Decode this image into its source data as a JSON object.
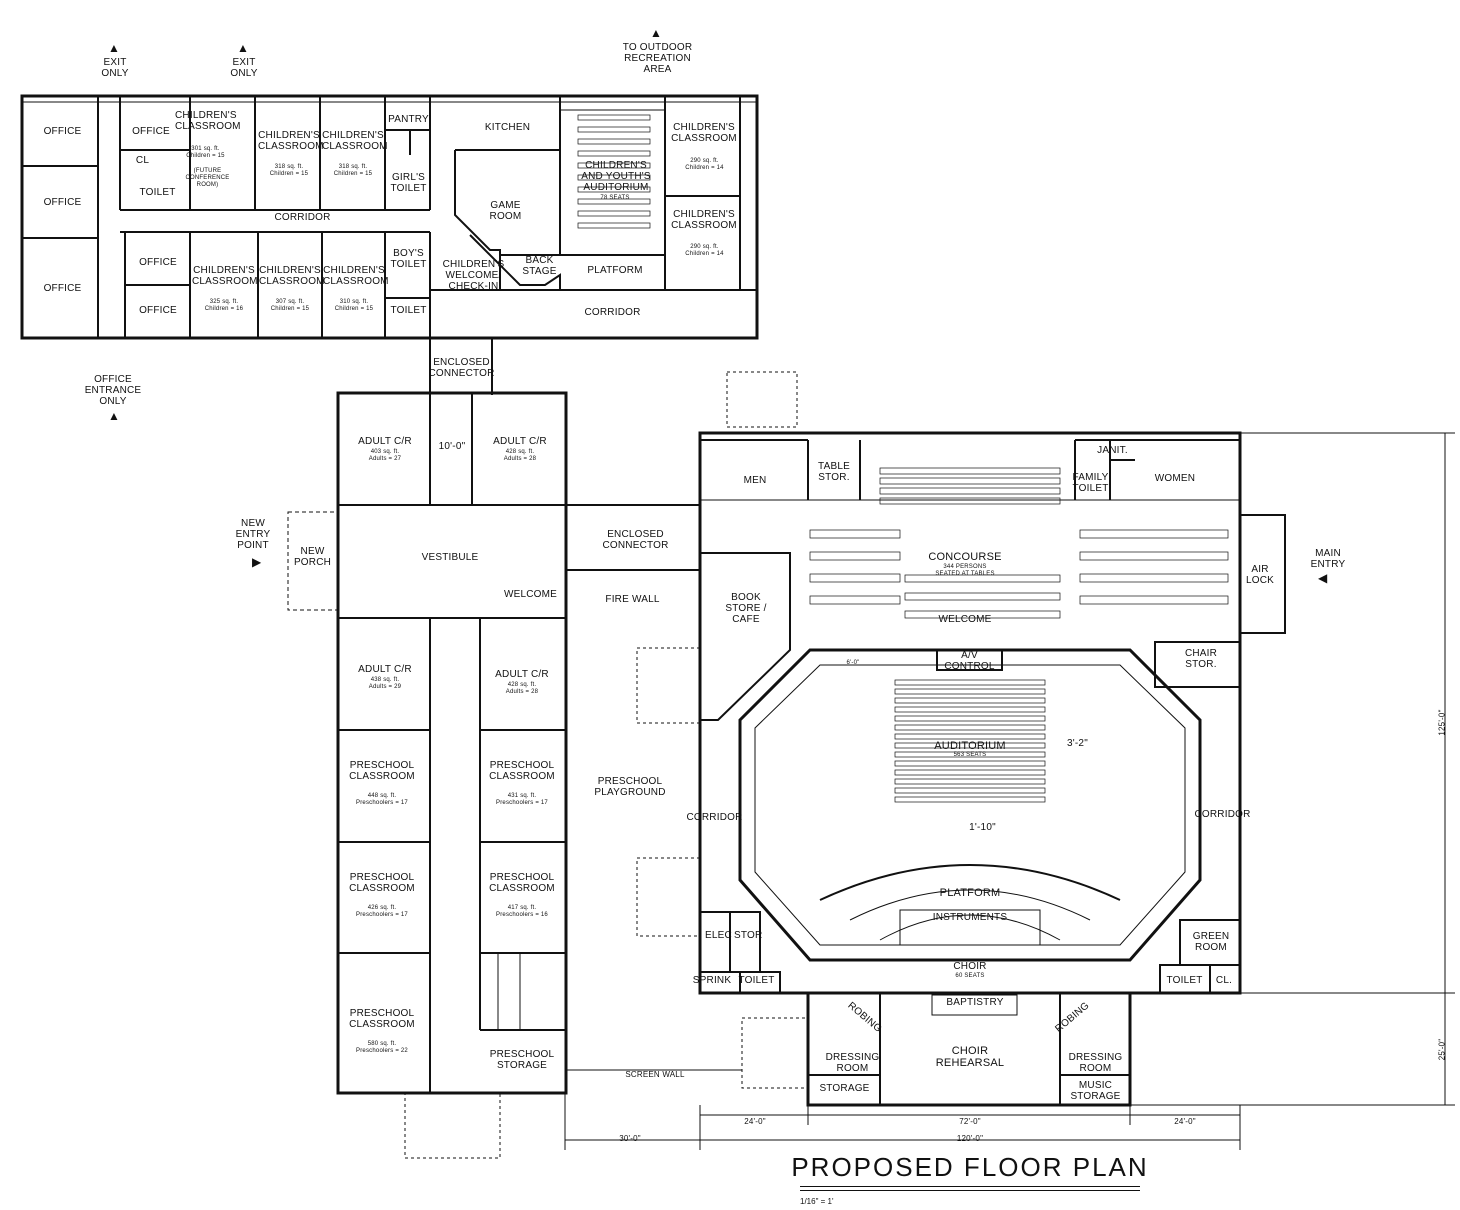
{
  "title": "PROPOSED FLOOR PLAN",
  "scale": "1/16\" = 1'",
  "notes": {
    "exit_only_1": "EXIT\nONLY",
    "exit_only_2": "EXIT\nONLY",
    "outdoor": "TO OUTDOOR\nRECREATION\nAREA",
    "office_entrance": "OFFICE\nENTRANCE\nONLY",
    "new_entry_point": "NEW\nENTRY\nPOINT",
    "main_entry": "MAIN\nENTRY",
    "fire_wall": "FIRE WALL",
    "screen_wall": "SCREEN WALL"
  },
  "rooms": {
    "office_1": "OFFICE",
    "office_2": "OFFICE",
    "office_3": "OFFICE",
    "office_4": "OFFICE",
    "office_5": "OFFICE",
    "office_6": "OFFICE",
    "cl": "CL",
    "toilet_1": "TOILET",
    "childrens_classroom_1": "CHILDREN'S\nCLASSROOM",
    "childrens_classroom_1_info": "301 sq. ft.\nChildren = 15",
    "childrens_classroom_1_note": "(FUTURE\nCONFERENCE\nROOM)",
    "childrens_classroom_2": "CHILDREN'S\nCLASSROOM",
    "childrens_classroom_2_info": "318 sq. ft.\nChildren = 15",
    "childrens_classroom_3": "CHILDREN'S\nCLASSROOM",
    "childrens_classroom_3_info": "318 sq. ft.\nChildren = 15",
    "pantry": "PANTRY",
    "kitchen": "KITCHEN",
    "girls_toilet": "GIRL'S\nTOILET",
    "game_room": "GAME\nROOM",
    "auditorium_youth": "CHILDREN'S\nAND YOUTH'S\nAUDITORIUM",
    "auditorium_youth_seats": "78 SEATS",
    "childrens_classroom_4": "CHILDREN'S\nCLASSROOM",
    "childrens_classroom_4_info": "290 sq. ft.\nChildren = 14",
    "childrens_classroom_5": "CHILDREN'S\nCLASSROOM",
    "childrens_classroom_5_info": "290 sq. ft.\nChildren = 14",
    "corridor_1": "CORRIDOR",
    "boys_toilet": "BOY'S\nTOILET",
    "childrens_welcome": "CHILDREN'S\nWELCOME/\nCHECK-IN",
    "back_stage": "BACK\nSTAGE",
    "platform_1": "PLATFORM",
    "childrens_classroom_6": "CHILDREN'S\nCLASSROOM",
    "childrens_classroom_6_info": "325 sq. ft.\nChildren = 16",
    "childrens_classroom_7": "CHILDREN'S\nCLASSROOM",
    "childrens_classroom_7_info": "307 sq. ft.\nChildren = 15",
    "childrens_classroom_8": "CHILDREN'S\nCLASSROOM",
    "childrens_classroom_8_info": "310 sq. ft.\nChildren = 15",
    "toilet_2": "TOILET",
    "corridor_2": "CORRIDOR",
    "enclosed_connector_1": "ENCLOSED\nCONNECTOR",
    "adult_cr_1": "ADULT C/R",
    "adult_cr_1_info": "403 sq. ft.\nAdults = 27",
    "dim_10": "10'-0\"",
    "adult_cr_2": "ADULT C/R",
    "adult_cr_2_info": "428 sq. ft.\nAdults = 28",
    "new_porch": "NEW\nPORCH",
    "vestibule": "VESTIBULE",
    "welcome_1": "WELCOME",
    "enclosed_connector_2": "ENCLOSED\nCONNECTOR",
    "adult_cr_3": "ADULT C/R",
    "adult_cr_3_info": "438 sq. ft.\nAdults = 29",
    "adult_cr_4": "ADULT C/R",
    "adult_cr_4_info": "428 sq. ft.\nAdults = 28",
    "preschool_playground": "PRESCHOOL\nPLAYGROUND",
    "preschool_1": "PRESCHOOL\nCLASSROOM",
    "preschool_1_info": "448 sq. ft.\nPreschoolers = 17",
    "preschool_2": "PRESCHOOL\nCLASSROOM",
    "preschool_2_info": "431 sq. ft.\nPreschoolers = 17",
    "preschool_3": "PRESCHOOL\nCLASSROOM",
    "preschool_3_info": "426 sq. ft.\nPreschoolers = 17",
    "preschool_4": "PRESCHOOL\nCLASSROOM",
    "preschool_4_info": "417 sq. ft.\nPreschoolers = 16",
    "preschool_5": "PRESCHOOL\nCLASSROOM",
    "preschool_5_info": "580 sq. ft.\nPreschoolers = 22",
    "preschool_storage": "PRESCHOOL\nSTORAGE",
    "men": "MEN",
    "table_stor": "TABLE\nSTOR.",
    "janit": "JANIT.",
    "family_toilet": "FAMILY\nTOILET",
    "women": "WOMEN",
    "concourse": "CONCOURSE",
    "concourse_info": "344 PERSONS\nSEATED AT TABLES",
    "welcome_2": "WELCOME",
    "air_lock": "AIR\nLOCK",
    "book_store": "BOOK\nSTORE /\nCAFE",
    "av_control": "A/V\nCONTROL",
    "chair_stor": "CHAIR\nSTOR.",
    "dim_6": "6'-0\"",
    "auditorium": "AUDITORIUM",
    "auditorium_seats": "563 SEATS",
    "dim_3_2": "3'-2\"",
    "corridor_3": "CORRIDOR",
    "corridor_4": "CORRIDOR",
    "dim_1_10": "1'-10\"",
    "platform_2": "PLATFORM",
    "instruments": "INSTRUMENTS",
    "choir": "CHOIR",
    "choir_seats": "60 SEATS",
    "elec": "ELEC",
    "stor": "STOR",
    "green_room": "GREEN\nROOM",
    "sprink": "SPRINK",
    "toilet_3": "TOILET",
    "toilet_4": "TOILET",
    "cl_2": "CL.",
    "baptistry": "BAPTISTRY",
    "robing_1": "ROBING",
    "robing_2": "ROBING",
    "choir_rehearsal": "CHOIR\nREHEARSAL",
    "dressing_room_1": "DRESSING\nROOM",
    "dressing_room_2": "DRESSING\nROOM",
    "storage": "STORAGE",
    "music_storage": "MUSIC\nSTORAGE"
  },
  "dimensions": {
    "d_24_left": "24'-0\"",
    "d_72": "72'-0\"",
    "d_24_right": "24'-0\"",
    "d_30": "30'-0\"",
    "d_120": "120'-0\"",
    "d_125": "125'-0\"",
    "d_25": "25'-0\""
  }
}
